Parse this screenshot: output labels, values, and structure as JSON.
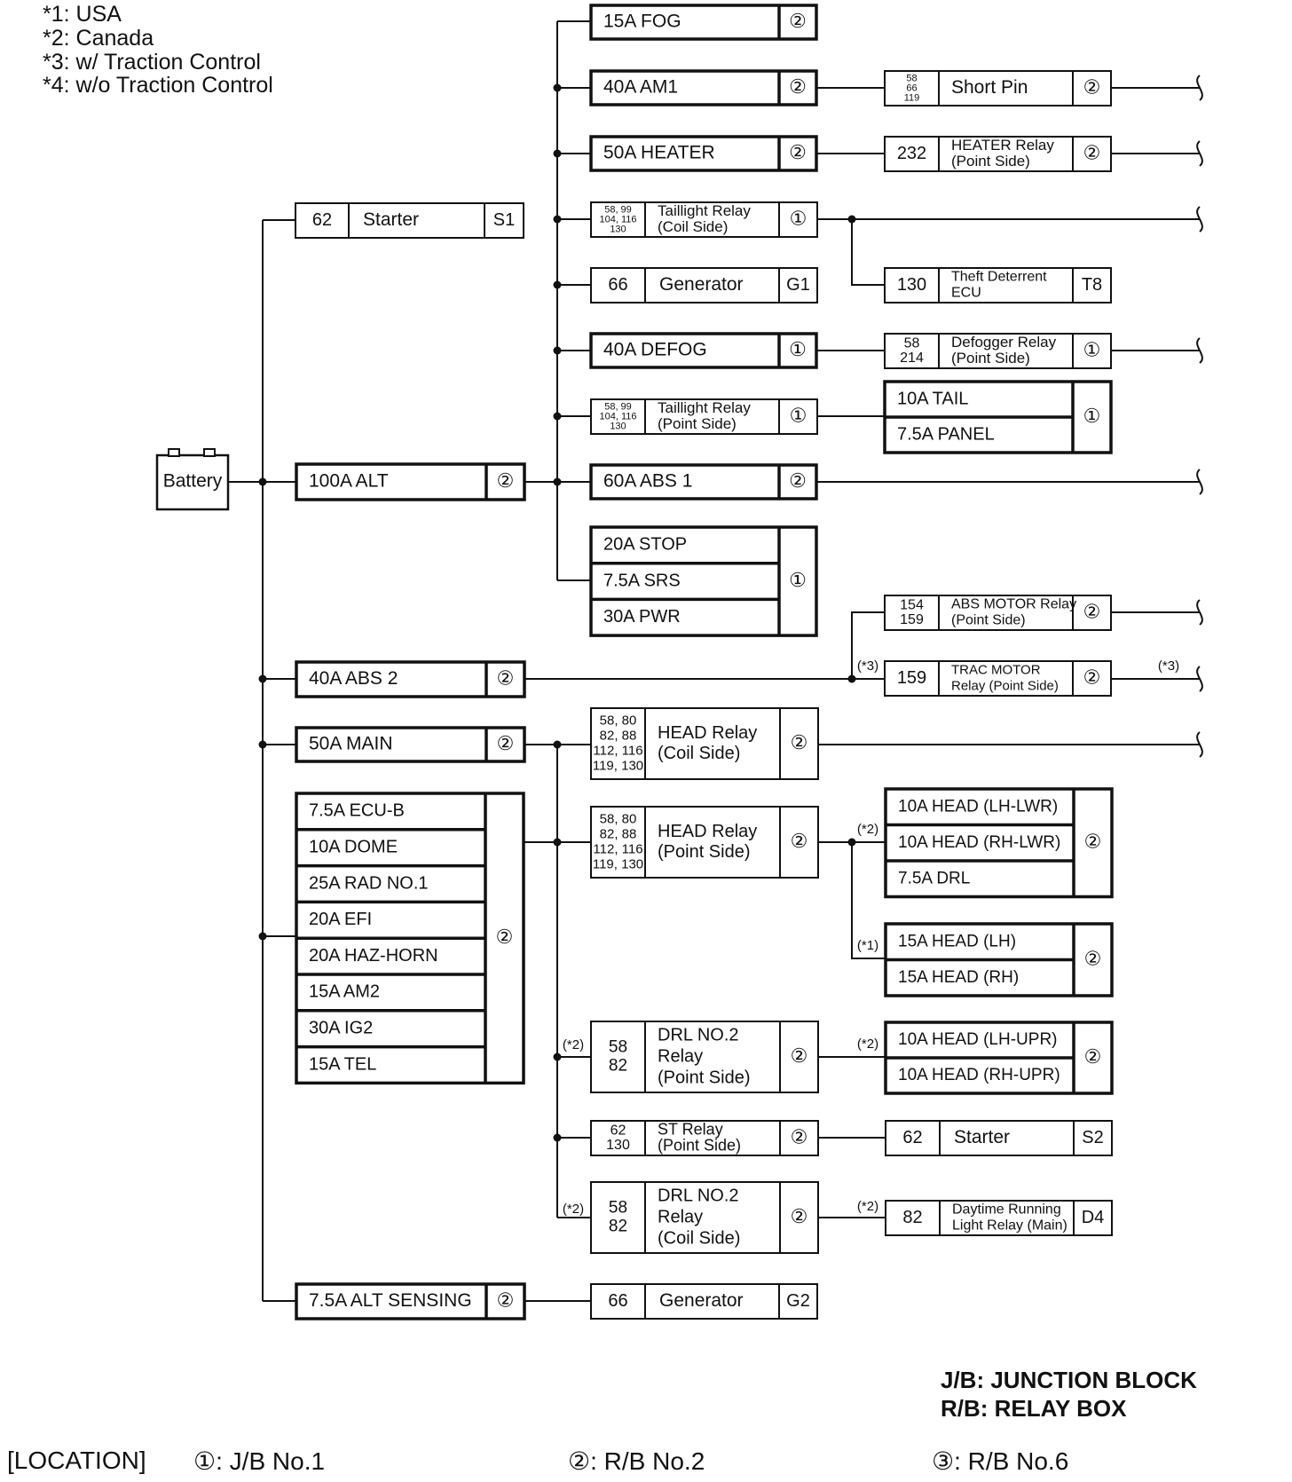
{
  "notes": [
    "*1: USA",
    "*2: Canada",
    "*3: w/   Traction Control",
    "*4: w/o Traction Control"
  ],
  "battery_label": "Battery",
  "labels": {
    "starter_s1": {
      "num": "62",
      "name": "Starter",
      "code": "S1"
    },
    "alt100": {
      "name": "100A ALT",
      "loc": "②"
    },
    "abs2": {
      "name": "40A ABS 2",
      "loc": "②"
    },
    "main50": {
      "name": "50A MAIN",
      "loc": "②"
    },
    "alt_sensing": {
      "name": "7.5A ALT SENSING",
      "loc": "②"
    },
    "fog": {
      "name": "15A FOG",
      "loc": "②"
    },
    "am1": {
      "name": "40A AM1",
      "loc": "②"
    },
    "heater": {
      "name": "50A HEATER",
      "loc": "②"
    },
    "taillight_coil": {
      "nums": [
        "58, 99",
        "104, 116",
        "130"
      ],
      "lines": [
        "Taillight Relay",
        "(Coil Side)"
      ],
      "loc": "①"
    },
    "generator_g1": {
      "num": "66",
      "name": "Generator",
      "code": "G1"
    },
    "defog": {
      "name": "40A DEFOG",
      "loc": "①"
    },
    "taillight_point": {
      "nums": [
        "58, 99",
        "104, 116",
        "130"
      ],
      "lines": [
        "Taillight Relay",
        "(Point Side)"
      ],
      "loc": "①"
    },
    "abs1": {
      "name": "60A ABS 1",
      "loc": "②"
    },
    "short_pin": {
      "nums": [
        "58",
        "66",
        "119"
      ],
      "name": "Short Pin",
      "loc": "②"
    },
    "heater_relay": {
      "num": "232",
      "lines": [
        "HEATER Relay",
        "(Point Side)"
      ],
      "loc": "②"
    },
    "theft": {
      "num": "130",
      "lines": [
        "Theft Deterrent",
        "ECU"
      ],
      "code": "T8"
    },
    "defogger_relay": {
      "nums": [
        "58",
        "214"
      ],
      "lines": [
        "Defogger Relay",
        "(Point Side)"
      ],
      "loc": "①"
    },
    "abs_motor": {
      "nums": [
        "154",
        "159"
      ],
      "lines": [
        "ABS MOTOR Relay",
        "(Point Side)"
      ],
      "loc": "②"
    },
    "trac_motor": {
      "num": "159",
      "lines": [
        "TRAC MOTOR",
        "Relay (Point Side)"
      ],
      "loc": "②"
    },
    "head_coil": {
      "nums": [
        "58, 80",
        "82, 88",
        "112, 116",
        "119, 130"
      ],
      "lines": [
        "HEAD Relay",
        "(Coil Side)"
      ],
      "loc": "②"
    },
    "head_point": {
      "nums": [
        "58, 80",
        "82, 88",
        "112, 116",
        "119, 130"
      ],
      "lines": [
        "HEAD Relay",
        "(Point Side)"
      ],
      "loc": "②"
    },
    "drl_point": {
      "nums": [
        "58",
        "82"
      ],
      "lines": [
        "DRL NO.2",
        "Relay",
        "(Point Side)"
      ],
      "loc": "②"
    },
    "st_relay": {
      "nums": [
        "62",
        "130"
      ],
      "lines": [
        "ST Relay",
        "(Point Side)"
      ],
      "loc": "②"
    },
    "drl_coil": {
      "nums": [
        "58",
        "82"
      ],
      "lines": [
        "DRL NO.2",
        "Relay",
        "(Coil Side)"
      ],
      "loc": "②"
    },
    "generator_g2": {
      "num": "66",
      "name": "Generator",
      "code": "G2"
    },
    "starter_s2": {
      "num": "62",
      "name": "Starter",
      "code": "S2"
    },
    "drl_main": {
      "num": "82",
      "lines": [
        "Daytime Running",
        "Light Relay (Main)"
      ],
      "code": "D4"
    }
  },
  "groups": {
    "tail_panel": {
      "items": [
        "10A TAIL",
        "7.5A PANEL"
      ],
      "loc": "①"
    },
    "stop_srs_pwr": {
      "items": [
        "20A STOP",
        "7.5A SRS",
        "30A PWR"
      ],
      "loc": "①"
    },
    "ecu_group": {
      "items": [
        "7.5A ECU-B",
        "10A DOME",
        "25A RAD NO.1",
        "20A EFI",
        "20A HAZ-HORN",
        "15A AM2",
        "30A IG2",
        "15A TEL"
      ],
      "loc": "②"
    },
    "head_lwr": {
      "items": [
        "10A HEAD (LH-LWR)",
        "10A HEAD (RH-LWR)",
        "7.5A DRL"
      ],
      "loc": "②"
    },
    "head_lh_rh": {
      "items": [
        "15A HEAD (LH)",
        "15A HEAD (RH)"
      ],
      "loc": "②"
    },
    "head_upr": {
      "items": [
        "10A HEAD (LH-UPR)",
        "10A HEAD (RH-UPR)"
      ],
      "loc": "②"
    }
  },
  "conditions": {
    "w3": "(*3)",
    "w2": "(*2)",
    "w1": "(*1)"
  },
  "legend": [
    "J/B: JUNCTION BLOCK",
    "R/B: RELAY BOX"
  ],
  "footer": {
    "location": "[LOCATION]",
    "loc1": "①: J/B No.1",
    "loc2": "②: R/B No.2",
    "loc3": "③: R/B No.6"
  }
}
